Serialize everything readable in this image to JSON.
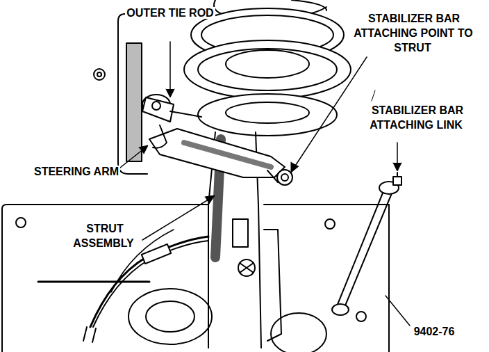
{
  "diagram": {
    "labels": [
      "OUTER TIE ROD",
      "STABILIZER BAR ATTACHING POINT TO STRUT",
      "STABILIZER BAR ATTACHING LINK",
      "STEERING ARM",
      "STRUT ASSEMBLY",
      "9402-76"
    ]
  }
}
